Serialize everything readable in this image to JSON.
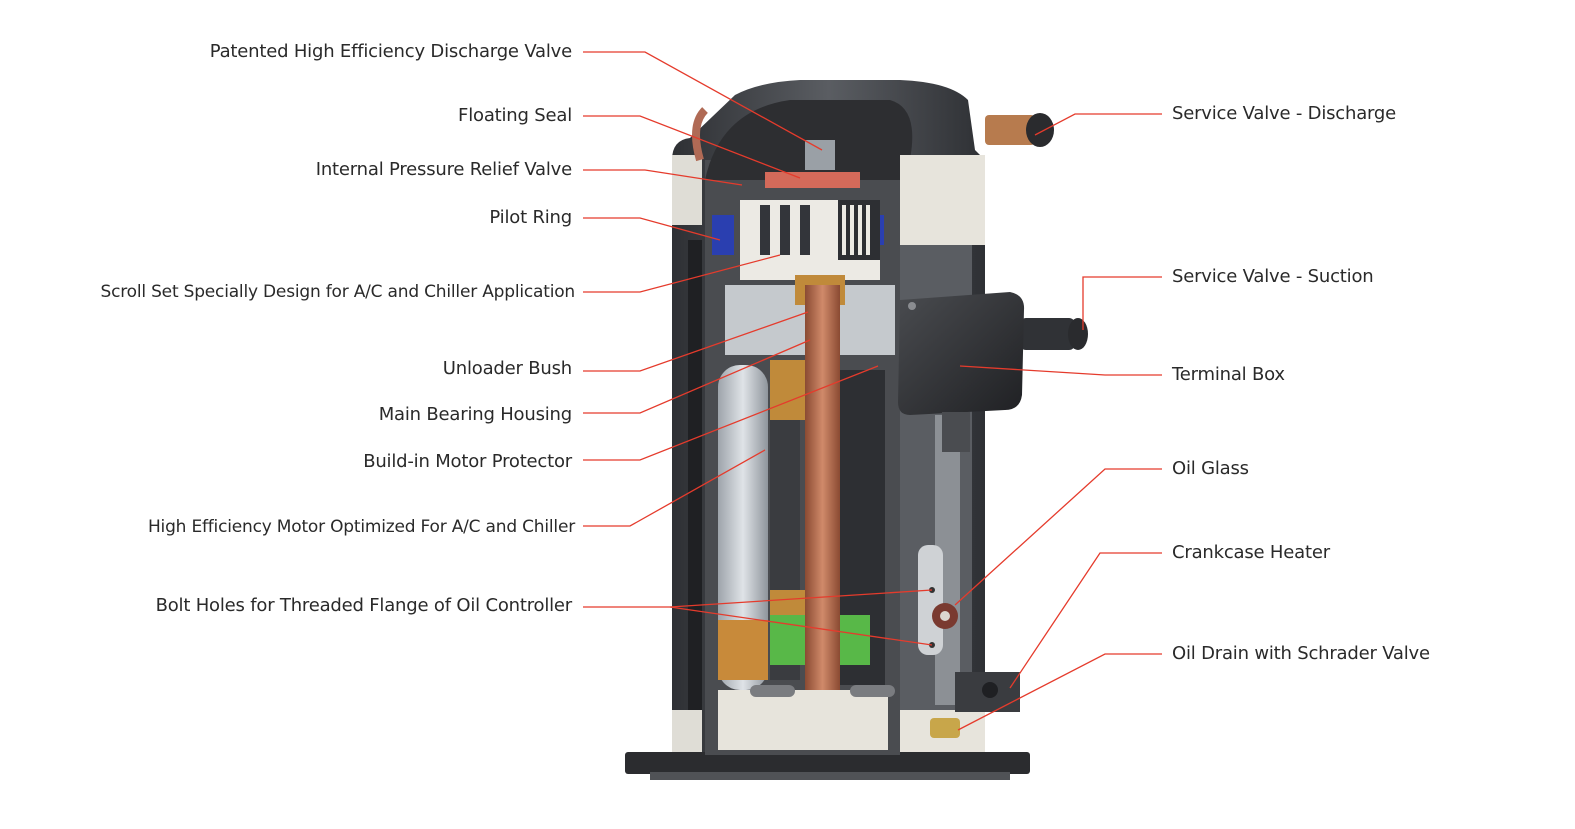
{
  "colors": {
    "leader_line": "#e53b2c",
    "shell_dark": "#3a3c40",
    "shell_mid": "#6a6d72",
    "light_part": "#e7e4dc",
    "copper": "#b86a48",
    "brass": "#c08a3a",
    "green": "#58b848",
    "blue": "#2a3fb0"
  },
  "labels_left": [
    "Patented High Efficiency Discharge Valve",
    "Floating Seal",
    "Internal Pressure Relief Valve",
    "Pilot Ring",
    "Scroll Set Specially Design for A/C and Chiller Application",
    "Unloader Bush",
    "Main Bearing Housing",
    "Build-in Motor Protector",
    "High Efficiency Motor Optimized For A/C and Chiller",
    "Bolt Holes for Threaded Flange of Oil Controller"
  ],
  "labels_right": [
    "Service Valve - Discharge",
    "Service Valve - Suction",
    "Terminal Box",
    "Oil Glass",
    "Crankcase Heater",
    "Oil Drain with Schrader Valve"
  ]
}
